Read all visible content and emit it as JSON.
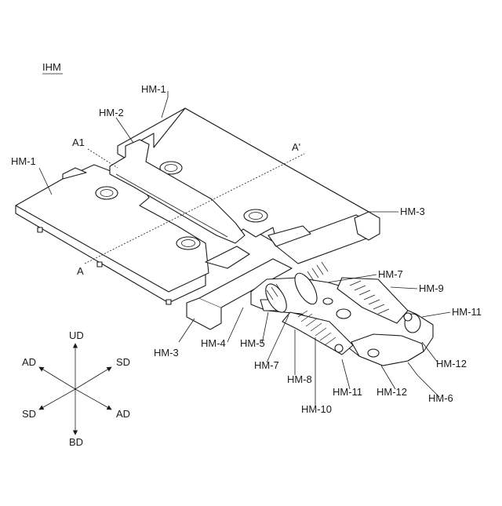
{
  "figure_id": "IHM",
  "labels": {
    "hm1_top": "HM-1",
    "hm1_left": "HM-1",
    "hm2": "HM-2",
    "a1": "A1",
    "a_prime": "A'",
    "a": "A",
    "hm3_right": "HM-3",
    "hm3_left": "HM-3",
    "hm4": "HM-4",
    "hm5": "HM-5",
    "hm7_upper": "HM-7",
    "hm7_lower": "HM-7",
    "hm8": "HM-8",
    "hm9": "HM-9",
    "hm10": "HM-10",
    "hm11_right": "HM-11",
    "hm11_lower": "HM-11",
    "hm12_right": "HM-12",
    "hm12_lower": "HM-12",
    "hm6": "HM-6"
  },
  "axes": {
    "up": "UD",
    "down": "BD",
    "upper_left": "AD",
    "lower_right": "AD",
    "upper_right": "SD",
    "lower_left": "SD"
  }
}
